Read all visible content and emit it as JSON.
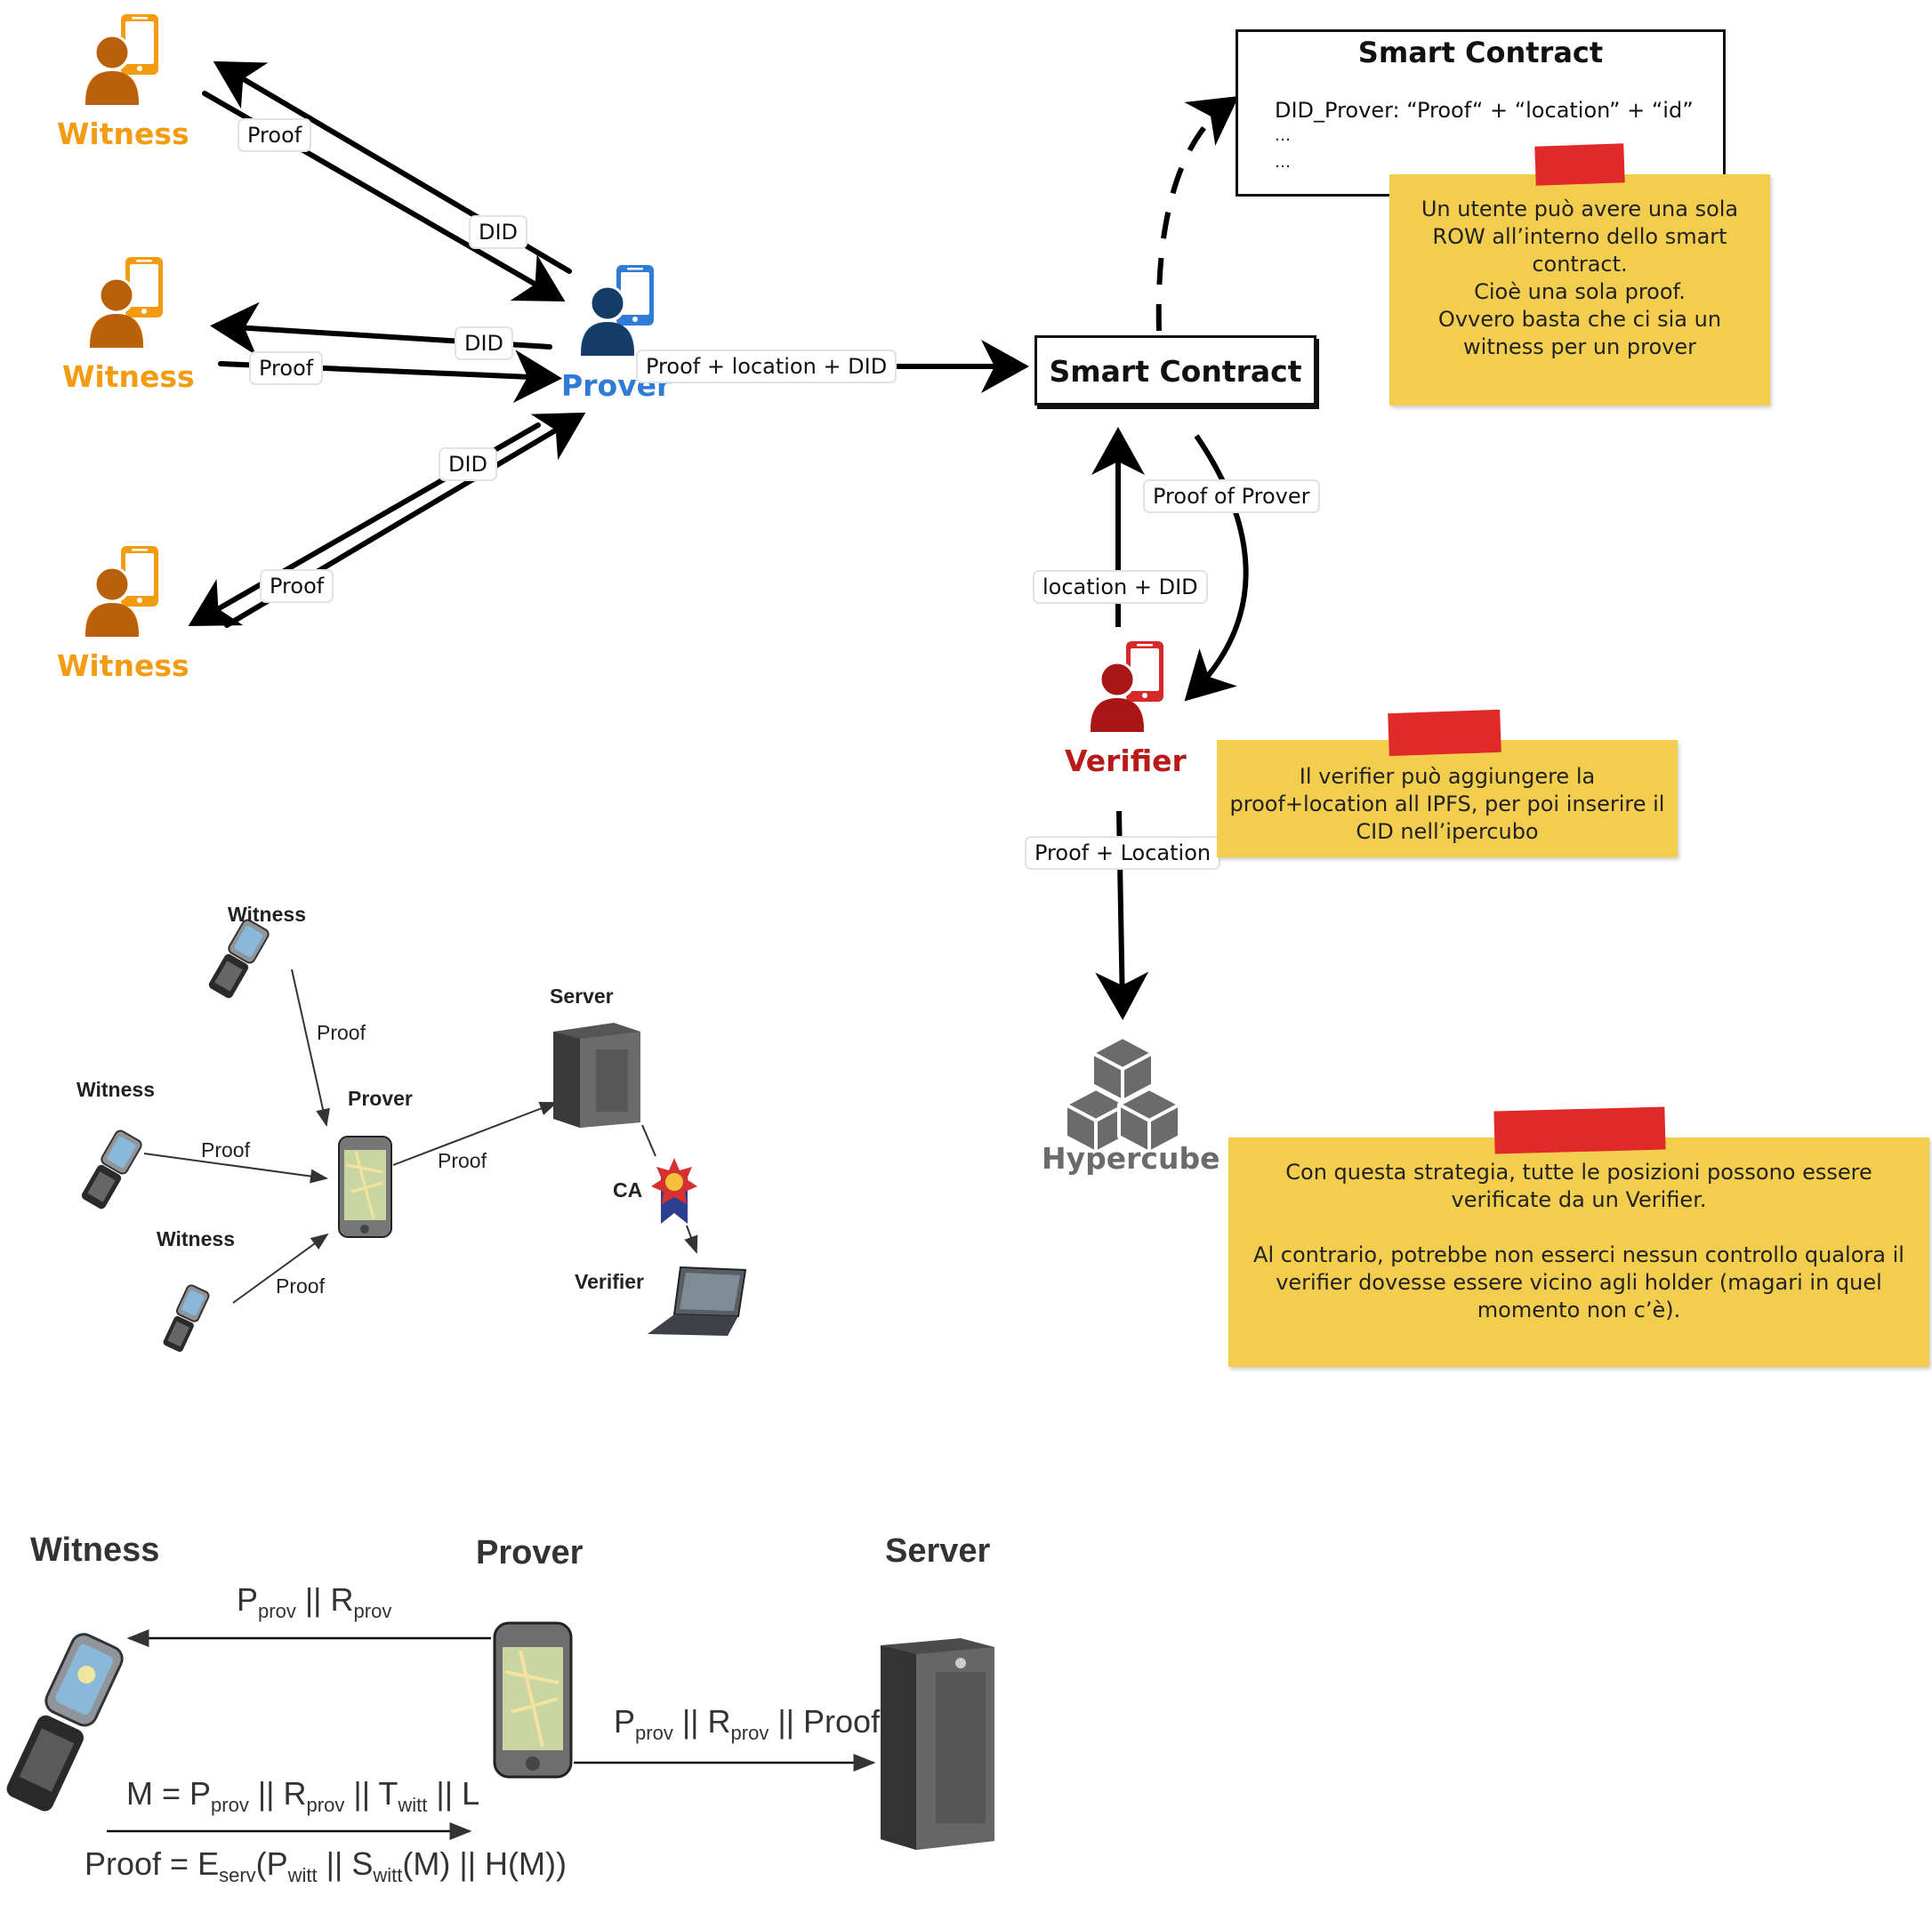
{
  "actors": {
    "witness_label": "Witness",
    "prover_label": "Prover",
    "verifier_label": "Verifier",
    "hypercube_label": "Hypercube"
  },
  "edge_labels": {
    "w1_proof": "Proof",
    "w1_did": "DID",
    "w2_did": "DID",
    "w2_proof": "Proof",
    "w3_did": "DID",
    "w3_proof": "Proof",
    "prover_to_sc": "Proof + location + DID",
    "proof_of_prover": "Proof of Prover",
    "location_did": "location + DID",
    "proof_location": "Proof + Location"
  },
  "smart_contract": {
    "main_label": "Smart Contract",
    "detail_title": "Smart Contract",
    "row": "DID_Prover: “Proof“ + “location” + “id”",
    "ellipsis_1": "…",
    "ellipsis_2": "…"
  },
  "notes": {
    "note1": "Un utente può avere una sola ROW all’interno dello smart contract.\nCioè una sola proof.\nOvvero basta che ci sia un witness per un prover",
    "note2": "Il verifier può aggiungere la proof+location all IPFS, per poi inserire il CID nell’ipercubo",
    "note3": "Con questa strategia, tutte le posizioni possono essere verificate da un Verifier.\n\nAl contrario, potrebbe non esserci nessun controllo qualora il verifier dovesse essere vicino agli holder (magari in quel momento non c’è)."
  },
  "figure1": {
    "witness_top": "Witness",
    "witness_mid": "Witness",
    "witness_bot": "Witness",
    "prover": "Prover",
    "server": "Server",
    "ca": "CA",
    "verifier": "Verifier",
    "proof_1": "Proof",
    "proof_2": "Proof",
    "proof_3": "Proof",
    "proof_4": "Proof"
  },
  "figure2": {
    "witness": "Witness",
    "prover": "Prover",
    "server": "Server"
  },
  "colors": {
    "witness": "#f39c12",
    "witness_icon": "#b8600c",
    "prover_text": "#2f7bd6",
    "prover_icon": "#153c66",
    "verifier": "#b81a1a",
    "note": "#f3cd4e",
    "tape": "#e02a2a",
    "hypercube": "#6b6b6b"
  },
  "icons": [
    "person-phone-icon",
    "hypercube-icon",
    "flip-phone-icon",
    "smartphone-icon",
    "server-tower-icon",
    "ca-seal-icon",
    "laptop-icon"
  ]
}
